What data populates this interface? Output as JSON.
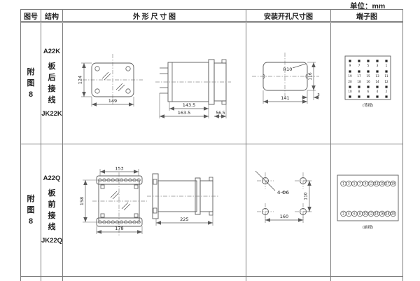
{
  "page": {
    "unit_label": "单位：mm"
  },
  "colors": {
    "line": "#5a5a5a",
    "border": "#7d7d7d",
    "text": "#222222",
    "background": "#ffffff"
  },
  "header": {
    "figure": "图号",
    "structure": "结构",
    "outline": "外 形 尺 寸 图",
    "mounting": "安装开孔尺寸图",
    "terminal": "端子图"
  },
  "rows": [
    {
      "figure_lines": [
        "附",
        "图",
        "8"
      ],
      "structure_lines": [
        "A22K",
        "板",
        "后",
        "接",
        "线",
        "JK22K"
      ],
      "outline": {
        "front": {
          "height": "124",
          "width": "149"
        },
        "side": {
          "body_depth": "143.5",
          "total_depth": "163.5",
          "front_depth": "56.5"
        }
      },
      "mounting": {
        "corner_radius": "R10",
        "cutout_width": "141",
        "cutout_height": "116",
        "edge_offset": "3"
      },
      "terminal": {
        "view_label": "(背视)",
        "grid": [
          [
            "9",
            "7",
            "5",
            "3",
            "1"
          ],
          [
            "19",
            "17",
            "15",
            "13",
            "11"
          ],
          [
            "20",
            "18",
            "16",
            "14",
            "12"
          ],
          [
            "10",
            "8",
            "6",
            "4",
            "2"
          ]
        ]
      }
    },
    {
      "figure_lines": [
        "附",
        "图",
        "8"
      ],
      "structure_lines": [
        "A22Q",
        "板",
        "前",
        "接",
        "线",
        "JK22Q"
      ],
      "outline": {
        "front": {
          "top_width": "153",
          "height": "158",
          "bottom_width": "178"
        },
        "side": {
          "total_depth": "225"
        }
      },
      "mounting": {
        "holes_label": "4-Φ6",
        "hole_spacing_x": "160",
        "hole_spacing_y": "110"
      },
      "terminal": {
        "view_label": "(前视)",
        "rows": [
          [
            "1",
            "3",
            "5",
            "7",
            "9",
            "11",
            "13",
            "15",
            "17",
            "19"
          ],
          [
            "2",
            "4",
            "6",
            "8",
            "10",
            "12",
            "14",
            "16",
            "18",
            "20"
          ]
        ]
      }
    }
  ]
}
